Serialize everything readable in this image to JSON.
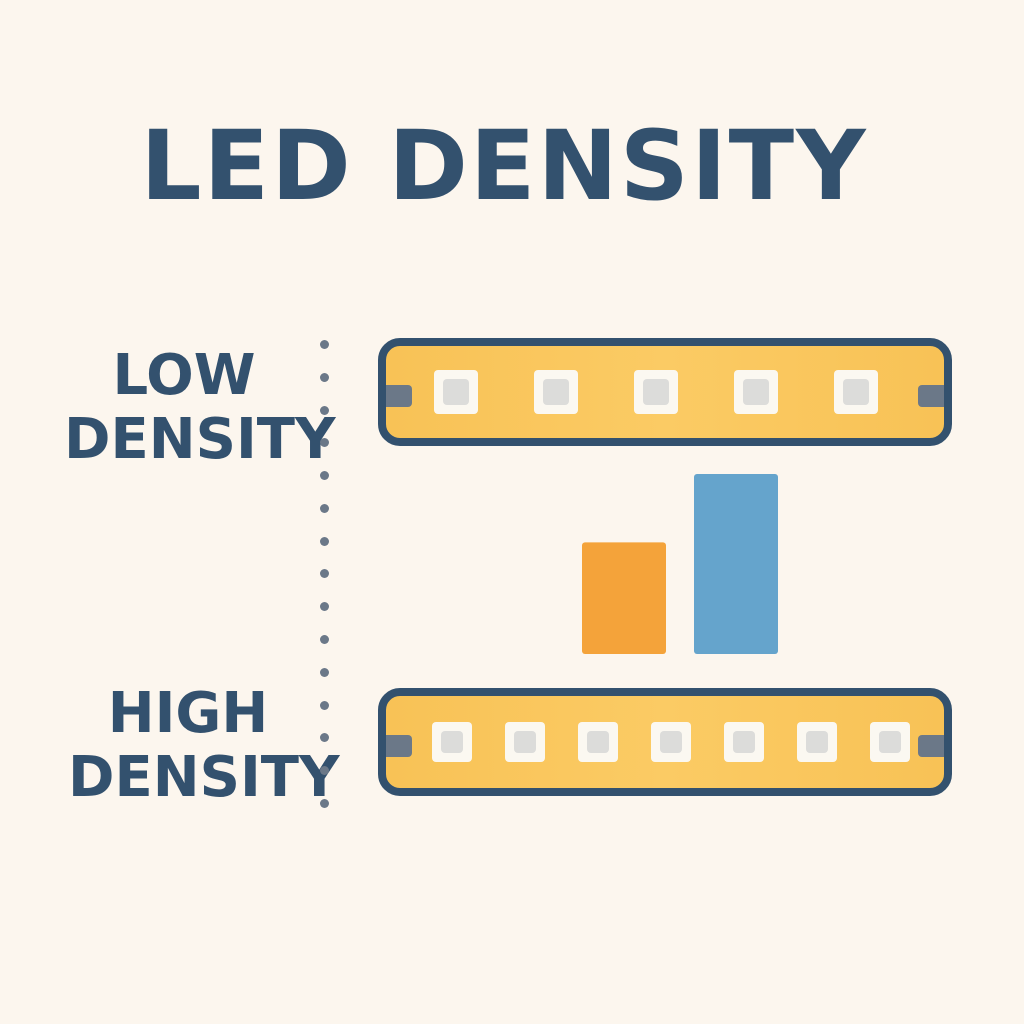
{
  "title": "LED DENSITY",
  "labels": {
    "low": [
      "LOW",
      "DENSITY"
    ],
    "high": [
      "HIGH",
      "DENSITY"
    ]
  },
  "strips": {
    "low": {
      "led_count": 5
    },
    "high": {
      "led_count": 7
    }
  },
  "icons": {
    "led": "led-chip-icon",
    "connector": "strip-connector-icon",
    "bars": "bar-comparison-icon"
  },
  "colors": {
    "text": "#33516e",
    "strip_fill": "#f9c55c",
    "strip_border": "#33516e",
    "bar_low": "#f4a33a",
    "bar_high": "#65a4cc",
    "background": "#fcf6ee"
  },
  "chart_data": {
    "type": "bar",
    "categories": [
      "",
      ""
    ],
    "values": [
      0.62,
      1.0
    ],
    "ylim": [
      0,
      1
    ],
    "grid": false
  }
}
